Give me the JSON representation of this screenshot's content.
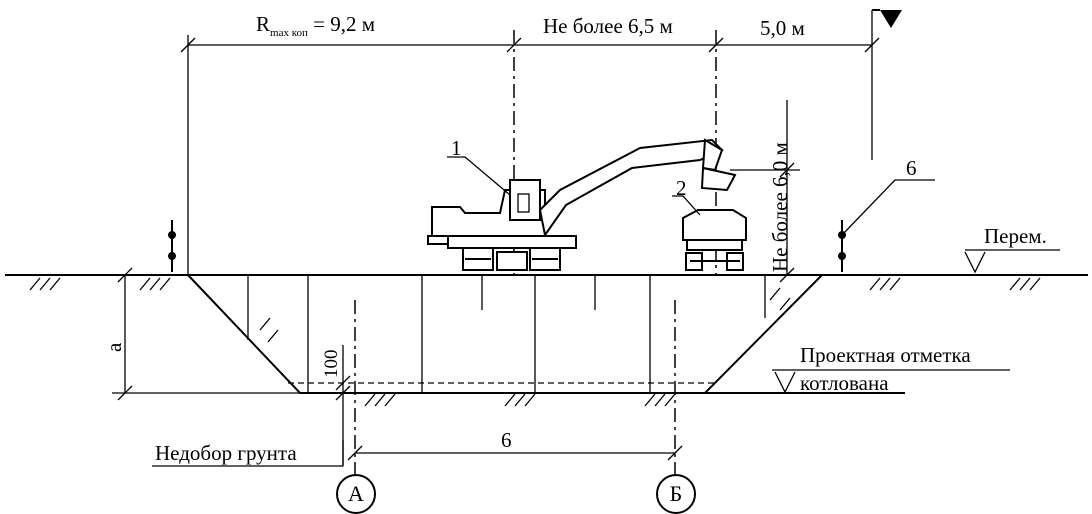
{
  "dimensions": {
    "r_max_main": "R",
    "r_max_sub": "max коп",
    "r_max_value": " = 9,2 м",
    "middle": "Не более 6,5 м",
    "right": "5,0 м",
    "height": "Не более 6,0 м",
    "axis_span": "6",
    "depth": "а",
    "underdig": "100"
  },
  "callouts": {
    "excavator": "1",
    "truck": "2",
    "post": "6"
  },
  "labels": {
    "move": "Перем.",
    "design_mark_line1": "Проектная отметка",
    "design_mark_line2": "котлована",
    "soil_underdig": "Недобор грунта"
  },
  "axes": {
    "a": "А",
    "b": "Б"
  }
}
